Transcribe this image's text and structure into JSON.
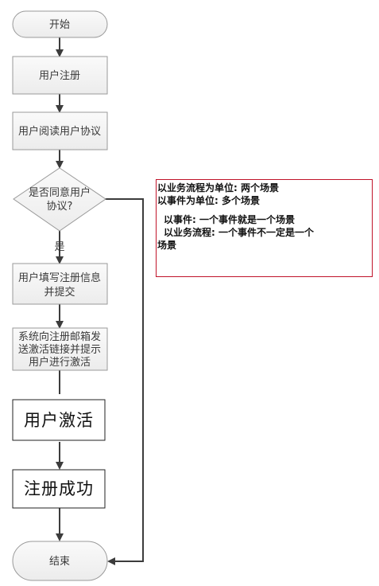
{
  "nodes": {
    "start": "开始",
    "register": "用户注册",
    "read_agreement": "用户阅读用户协议",
    "decision_line1": "是否同意用户",
    "decision_line2": "协议?",
    "yes_label": "是",
    "fill_info_line1": "用户填写注册信息",
    "fill_info_line2": "并提交",
    "send_email_line1": "系统向注册邮箱发",
    "send_email_line2": "送激活链接并提示",
    "send_email_line3": "用户进行激活",
    "activate": "用户激活",
    "success": "注册成功",
    "end": "结束"
  },
  "note": {
    "line1": "以业务流程为单位: 两个场景",
    "line2": "以事件为单位: 多个场景",
    "line3": "以事件: 一个事件就是一个场景",
    "line4": "以业务流程: 一个事件不一定是一个",
    "line5": "场景"
  },
  "colors": {
    "node_fill": "#f3f3f3",
    "node_stroke": "#999999",
    "arrow": "#3c3c3c",
    "note_border": "#c0142a"
  }
}
